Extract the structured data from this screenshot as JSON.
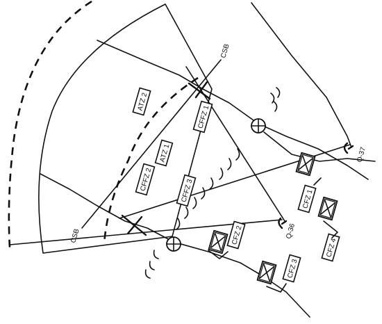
{
  "zones": {
    "atz2": "ATZ 2",
    "atz1": "ATZ 1",
    "cffz1": "CFFZ 1",
    "cffz2": "CFFZ 2",
    "cffz3": "CFFZ 3"
  },
  "fire_zones": {
    "cfz1": "CFZ 1",
    "cfz2": "CFZ 2",
    "cfz3": "CFZ 3",
    "cfz4": "CFZ 4"
  },
  "markers": {
    "csb_top": "CSB",
    "csb_bottom": "CSB",
    "q36": "Q-36",
    "q37": "Q-37"
  }
}
